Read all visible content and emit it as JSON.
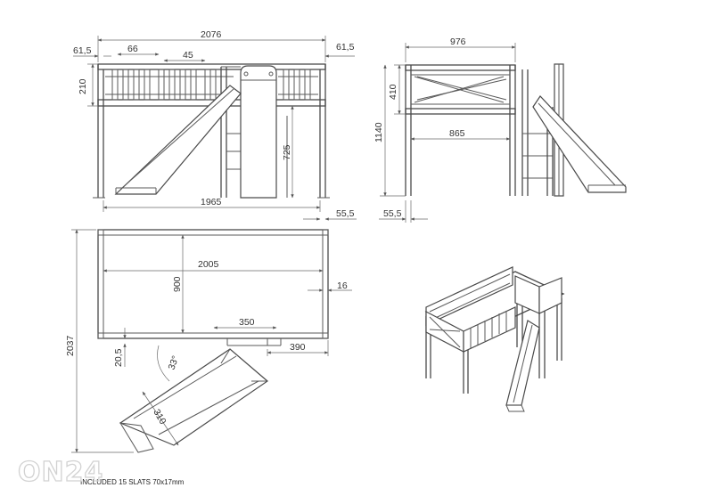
{
  "front_view": {
    "overall_length": "2076",
    "left_offset": "61,5",
    "right_offset": "61,5",
    "slat_spacing": "66",
    "slat_width": "45",
    "rail_height": "210",
    "ladder_height": "725",
    "bed_length": "1965",
    "leg_offset": "55,5"
  },
  "side_view": {
    "overall_width": "976",
    "rail_height": "410",
    "total_height": "1140",
    "inner_width": "865",
    "leg_offset": "55,5"
  },
  "top_view": {
    "total_depth": "2037",
    "bed_length": "2005",
    "bed_width": "900",
    "frame_offset": "16",
    "ladder_width": "350",
    "ladder_offset": "390",
    "gap": "20,5",
    "slide_angle": "33°",
    "slide_width": "310"
  },
  "note": "INCLUDED 15 SLATS  70x17mm",
  "watermark": "ON24",
  "colors": {
    "line": "#5a5a5a",
    "text": "#333333",
    "background": "#ffffff"
  }
}
